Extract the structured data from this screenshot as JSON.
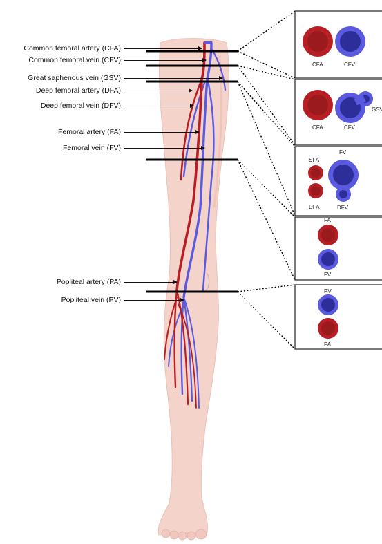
{
  "labels": {
    "cfa": "Common femoral artery (CFA)",
    "cfv": "Common femoral vein (CFV)",
    "gsv": "Great saphenous vein (GSV)",
    "dfa": "Deep femoral artery (DFA)",
    "dfv": "Deep femoral vein (DFV)",
    "fa": "Femoral artery (FA)",
    "fv": "Femoral vein (FV)",
    "pa": "Popliteal artery (PA)",
    "pv": "Popliteal vein (PV)"
  },
  "sections": {
    "s1": {
      "cfa": "CFA",
      "cfv": "CFV"
    },
    "s2": {
      "cfa": "CFA",
      "cfv": "CFV",
      "gsv": "GSV"
    },
    "s3": {
      "sfa": "SFA",
      "dfa": "DFA",
      "fv": "FV",
      "dfv": "DFV"
    },
    "s4": {
      "fa": "FA",
      "fv": "FV"
    },
    "s5": {
      "pv": "PV",
      "pa": "PA"
    }
  },
  "colors": {
    "artery": "#b81f24",
    "artery_inner": "#9a1a1e",
    "vein": "#5a5ae0",
    "vein_inner": "#2e2e9a",
    "skin": "#f4d3cb"
  }
}
